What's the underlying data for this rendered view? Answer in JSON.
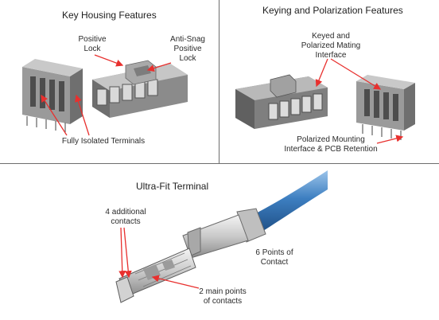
{
  "panels": {
    "key_housing": {
      "title": "Key Housing Features",
      "labels": {
        "positive_lock": [
          "Positive",
          "Lock"
        ],
        "anti_snag": [
          "Anti-Snag",
          "Positive",
          "Lock"
        ],
        "isolated_terminals": "Fully Isolated Terminals"
      }
    },
    "keying": {
      "title": "Keying and Polarization Features",
      "labels": {
        "keyed_interface": [
          "Keyed and",
          "Polarized Mating",
          "Interface"
        ],
        "polarized_mounting": [
          "Polarized Mounting",
          "Interface & PCB Retention"
        ]
      }
    },
    "terminal": {
      "title": "Ultra-Fit Terminal",
      "labels": {
        "additional_contacts": [
          "4 additional",
          "contacts"
        ],
        "six_points": [
          "6 Points of",
          "Contact"
        ],
        "main_points": [
          "2 main points",
          "of contacts"
        ]
      }
    }
  },
  "colors": {
    "arrow": "#e8302e",
    "housing_light": "#b8b8b8",
    "housing_dark": "#5a5a5a",
    "cable_blue": "#3d7fc1",
    "divider": "#6d6d6d"
  }
}
